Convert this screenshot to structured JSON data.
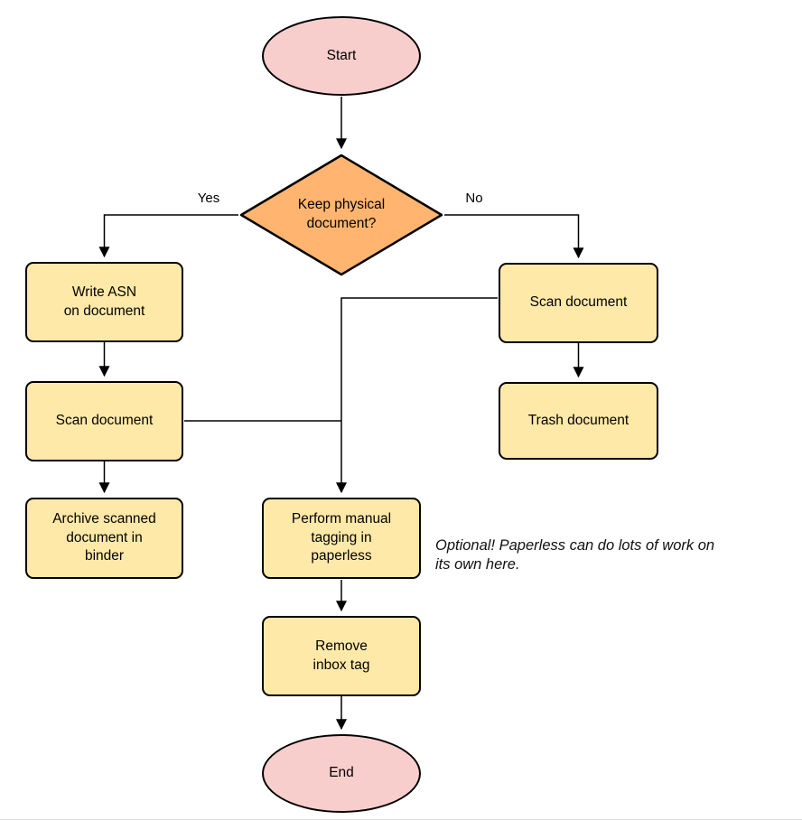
{
  "diagram": {
    "type": "flowchart",
    "nodes": {
      "start": {
        "label": "Start",
        "shape": "ellipse"
      },
      "decision": {
        "label": "Keep physical\ndocument?",
        "shape": "diamond"
      },
      "write_asn": {
        "label": "Write ASN\non document",
        "shape": "rect"
      },
      "scan_left": {
        "label": "Scan document",
        "shape": "rect"
      },
      "archive": {
        "label": "Archive scanned\ndocument in\nbinder",
        "shape": "rect"
      },
      "scan_right": {
        "label": "Scan document",
        "shape": "rect"
      },
      "trash": {
        "label": "Trash document",
        "shape": "rect"
      },
      "tagging": {
        "label": "Perform manual\ntagging in\npaperless",
        "shape": "rect"
      },
      "remove_inbox": {
        "label": "Remove\ninbox tag",
        "shape": "rect"
      },
      "end": {
        "label": "End",
        "shape": "ellipse"
      }
    },
    "edge_labels": {
      "yes": "Yes",
      "no": "No"
    },
    "annotation": "Optional! Paperless can do lots of work on\nits own here.",
    "colors": {
      "terminal_fill": "#f8cecc",
      "decision_fill": "#ffb570",
      "process_fill": "#ffe9a8",
      "stroke": "#000000",
      "edge": "#000000"
    }
  }
}
